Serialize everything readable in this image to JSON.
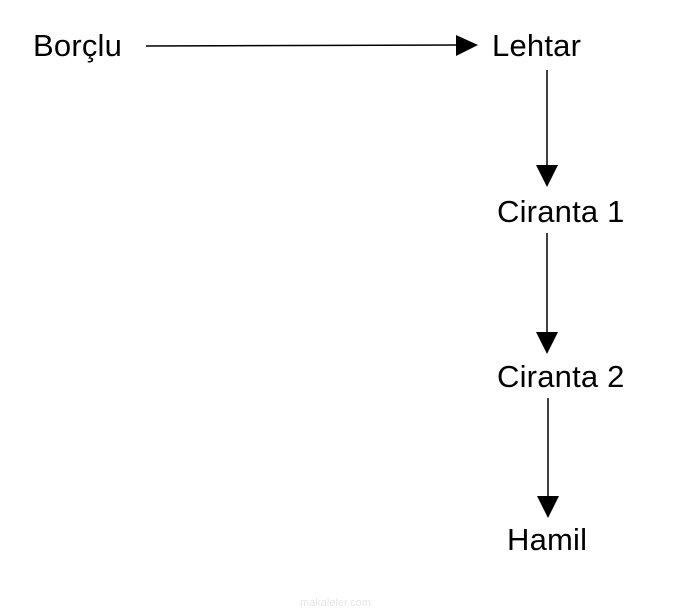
{
  "nodes": {
    "borclu": "Borçlu",
    "lehtar": "Lehtar",
    "ciranta1": "Ciranta 1",
    "ciranta2": "Ciranta 2",
    "hamil": "Hamil"
  },
  "edges": [
    {
      "from": "Borçlu",
      "to": "Lehtar"
    },
    {
      "from": "Lehtar",
      "to": "Ciranta 1"
    },
    {
      "from": "Ciranta 1",
      "to": "Ciranta 2"
    },
    {
      "from": "Ciranta 2",
      "to": "Hamil"
    }
  ],
  "watermark": "makaleler.com",
  "colors": {
    "text": "#000000",
    "arrow": "#000000",
    "background": "#ffffff"
  }
}
